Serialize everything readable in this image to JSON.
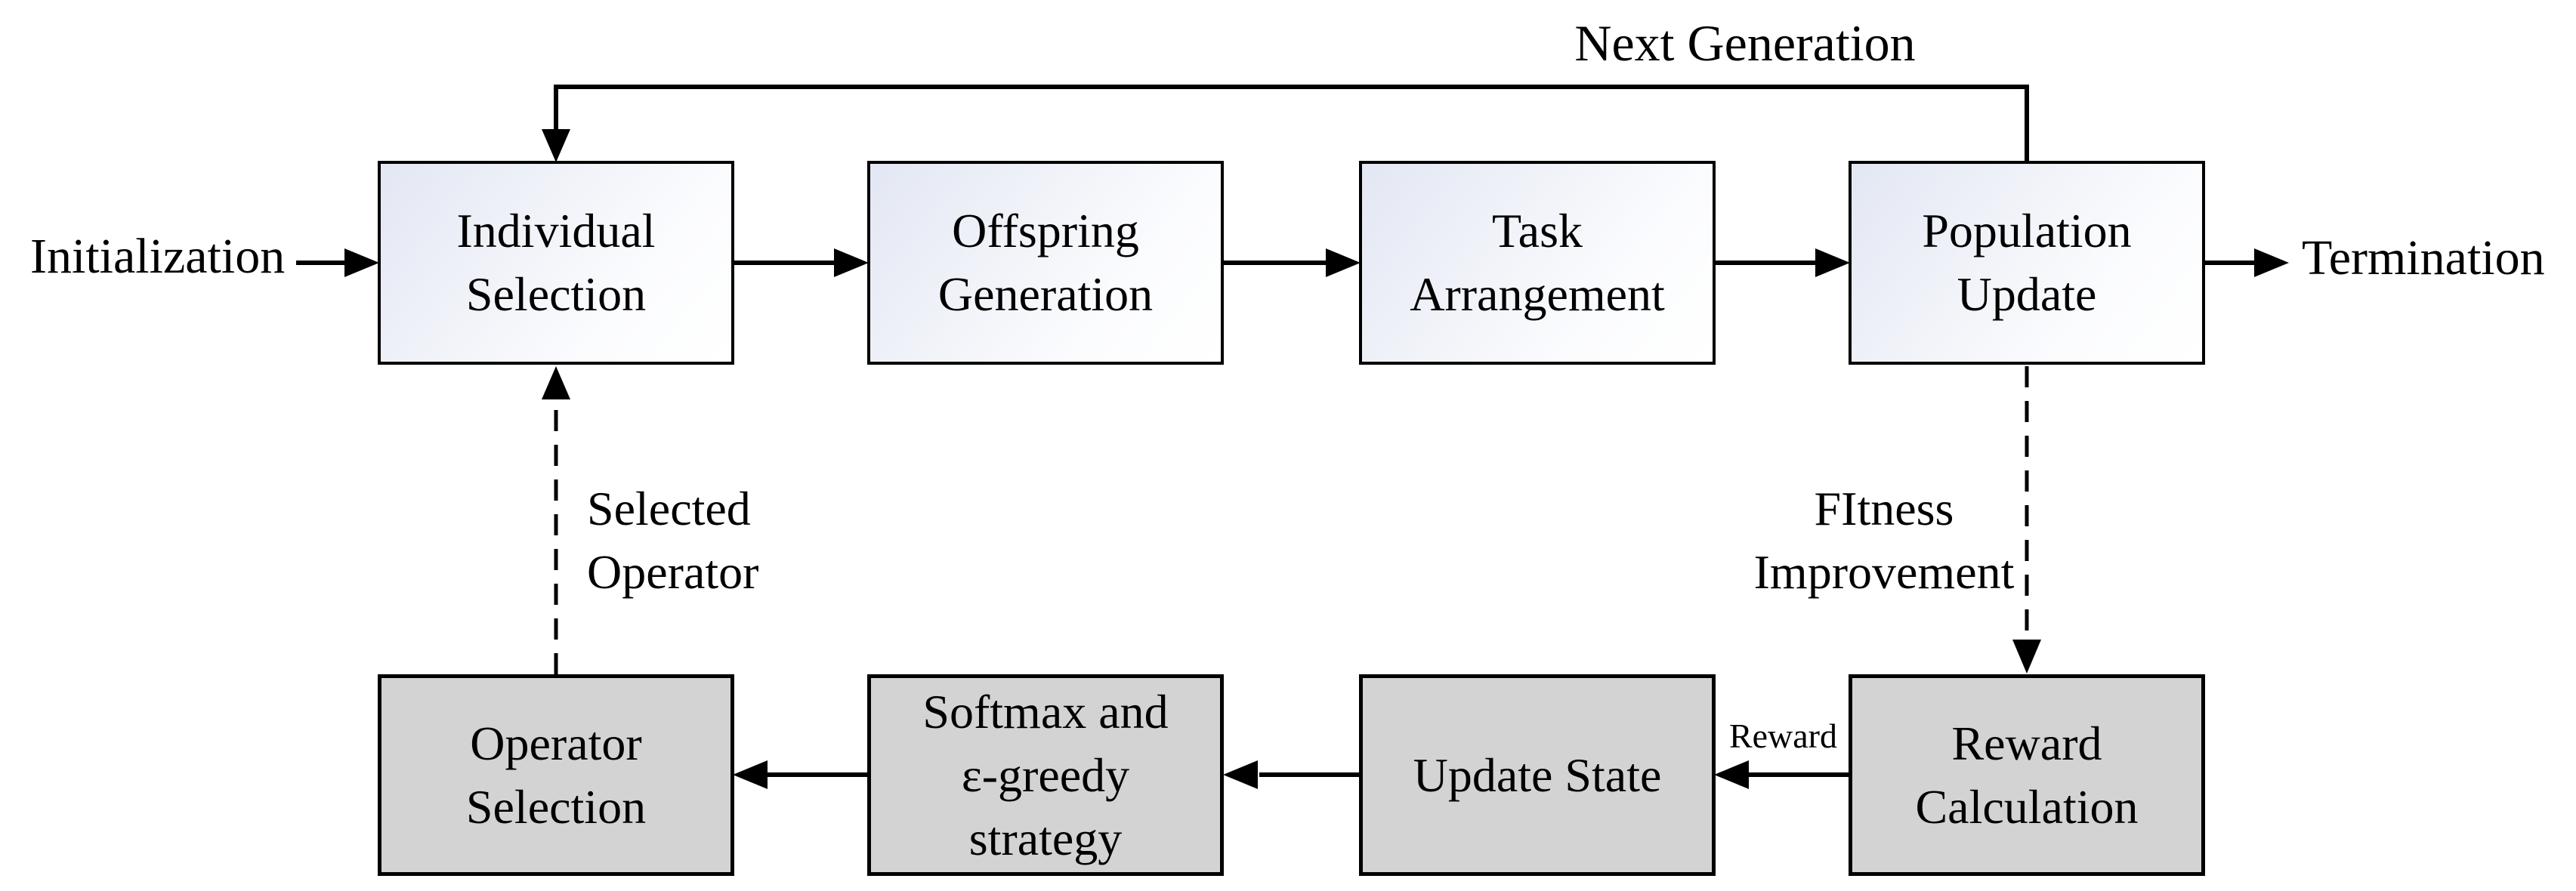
{
  "diagram": {
    "nodes": {
      "individual_selection": {
        "label": "Individual\nSelection",
        "row": "top"
      },
      "offspring_generation": {
        "label": "Offspring\nGeneration",
        "row": "top"
      },
      "task_arrangement": {
        "label": "Task\nArrangement",
        "row": "top"
      },
      "population_update": {
        "label": "Population\nUpdate",
        "row": "top"
      },
      "operator_selection": {
        "label": "Operator\nSelection",
        "row": "bottom"
      },
      "softmax_strategy": {
        "label": "Softmax and\nε-greedy\nstrategy",
        "row": "bottom"
      },
      "update_state": {
        "label": "Update State",
        "row": "bottom"
      },
      "reward_calculation": {
        "label": "Reward\nCalculation",
        "row": "bottom"
      }
    },
    "labels": {
      "initialization": "Initialization",
      "termination": "Termination",
      "next_generation": "Next Generation",
      "selected_operator": "Selected\nOperator",
      "fitness_improvement": "FItness\nImprovement",
      "reward": "Reward"
    },
    "edges": [
      {
        "from": "initialization",
        "to": "individual_selection",
        "style": "solid"
      },
      {
        "from": "individual_selection",
        "to": "offspring_generation",
        "style": "solid"
      },
      {
        "from": "offspring_generation",
        "to": "task_arrangement",
        "style": "solid"
      },
      {
        "from": "task_arrangement",
        "to": "population_update",
        "style": "solid"
      },
      {
        "from": "population_update",
        "to": "termination",
        "style": "solid"
      },
      {
        "from": "population_update",
        "to": "individual_selection",
        "style": "solid",
        "label": "Next Generation"
      },
      {
        "from": "population_update",
        "to": "reward_calculation",
        "style": "dashed",
        "label": "FItness Improvement"
      },
      {
        "from": "reward_calculation",
        "to": "update_state",
        "style": "solid",
        "label": "Reward"
      },
      {
        "from": "update_state",
        "to": "softmax_strategy",
        "style": "solid"
      },
      {
        "from": "softmax_strategy",
        "to": "operator_selection",
        "style": "solid"
      },
      {
        "from": "operator_selection",
        "to": "individual_selection",
        "style": "dashed",
        "label": "Selected Operator"
      }
    ],
    "colors": {
      "top_box_tint": "#e3e7f3",
      "top_box_fade": "#ffffff",
      "bottom_box_fill": "#d3d3d3",
      "stroke": "#000000",
      "background": "#ffffff"
    }
  }
}
